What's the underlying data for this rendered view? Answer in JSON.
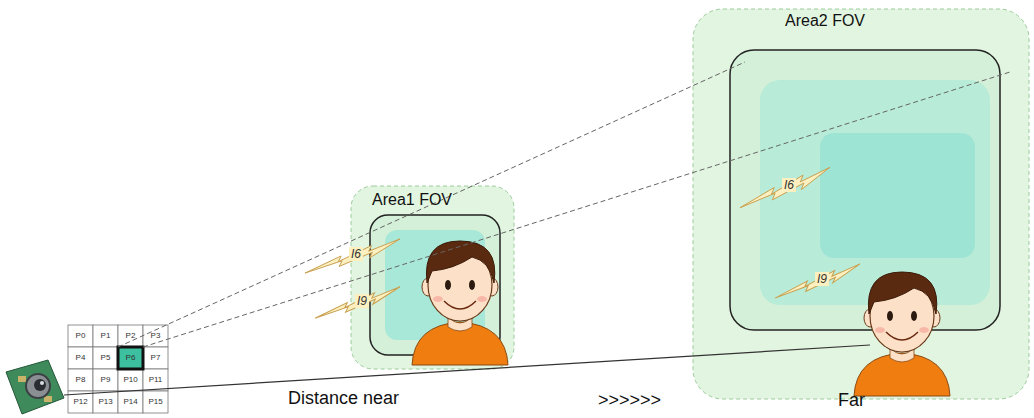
{
  "diagram": {
    "nodes": [
      {
        "text": [
          "Area1 FOV"
        ]
      },
      {
        "text": [
          "I6"
        ],
        "in": 0
      },
      {
        "text": [
          "I9"
        ],
        "in": 0
      },
      {
        "text": [
          "Area2 FOV"
        ]
      },
      {
        "text": [
          "I6"
        ],
        "in": 3
      },
      {
        "text": [
          "I9"
        ],
        "in": 3
      }
    ],
    "labels": [
      "P0",
      "P1",
      "P2",
      "P3",
      "P4",
      "P5",
      "P6",
      "P7",
      "P8",
      "P9",
      "P10",
      "P11",
      "P12",
      "P13",
      "P14",
      "P15",
      "Distance near",
      ">>>>>>",
      "Far"
    ]
  }
}
